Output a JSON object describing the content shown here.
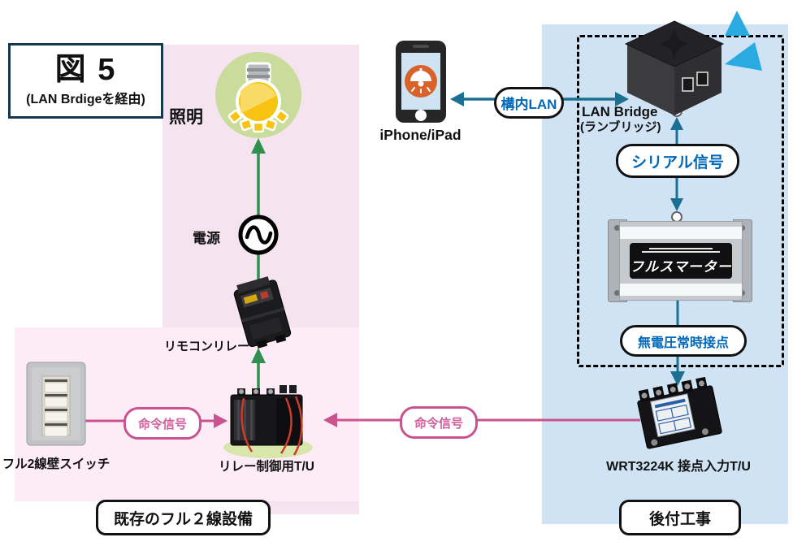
{
  "title": {
    "main": "図 5",
    "sub": "(LAN Brdigeを経由)"
  },
  "existing_zone": {
    "caption": "既存のフル２線設備",
    "lighting_label": "照明",
    "power_label": "電源",
    "remote_relay_label": "リモコンリレー",
    "relay_tu_label": "リレー制御用T/U",
    "wall_switch_label": "フル2線壁スイッチ"
  },
  "retrofit_zone": {
    "caption": "後付工事",
    "lan_bridge_label": "LAN Bridge",
    "lan_bridge_sub": "(ランブリッジ)",
    "fullsmarter_logo": "フルスマーター",
    "wrt_label": "WRT3224K 接点入力T/U"
  },
  "phone": {
    "label": "iPhone/iPad"
  },
  "signals": {
    "lan": "構内LAN",
    "serial": "シリアル信号",
    "dry_contact": "無電圧常時接点",
    "command_left": "命令信号",
    "command_right": "命令信号"
  },
  "colors": {
    "zone_blue": "#cfe3f4",
    "zone_lavender": "#f5e3f0",
    "zone_pink": "#fdebf6",
    "arrow_teal": "#1b7091",
    "arrow_green": "#2e9150",
    "arrow_pink": "#c9538f",
    "signal_text_blue": "#0068b7",
    "wifi_triangle_blue": "#29abe2",
    "bulb_circle_green": "#c9dc9b",
    "bulb_yellow": "#f6c411",
    "phone_app_orange": "#d8622a"
  }
}
